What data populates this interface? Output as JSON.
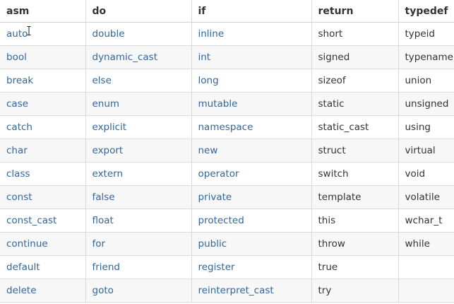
{
  "table": {
    "headers": [
      "asm",
      "do",
      "if",
      "return",
      "typedef"
    ],
    "rows": [
      [
        "auto",
        "double",
        "inline",
        "short",
        "typeid"
      ],
      [
        "bool",
        "dynamic_cast",
        "int",
        "signed",
        "typename"
      ],
      [
        "break",
        "else",
        "long",
        "sizeof",
        "union"
      ],
      [
        "case",
        "enum",
        "mutable",
        "static",
        "unsigned"
      ],
      [
        "catch",
        "explicit",
        "namespace",
        "static_cast",
        "using"
      ],
      [
        "char",
        "export",
        "new",
        "struct",
        "virtual"
      ],
      [
        "class",
        "extern",
        "operator",
        "switch",
        "void"
      ],
      [
        "const",
        "false",
        "private",
        "template",
        "volatile"
      ],
      [
        "const_cast",
        "float",
        "protected",
        "this",
        "wchar_t"
      ],
      [
        "continue",
        "for",
        "public",
        "throw",
        "while"
      ],
      [
        "default",
        "friend",
        "register",
        "true",
        ""
      ],
      [
        "delete",
        "goto",
        "reinterpret_cast",
        "try",
        ""
      ]
    ]
  },
  "colors": {
    "keyword_blue": "#336699",
    "text_dark": "#333333",
    "row_alt": "#f7f7f7",
    "border": "#d9d9d9"
  },
  "cursor": {
    "icon": "text-cursor-icon"
  }
}
